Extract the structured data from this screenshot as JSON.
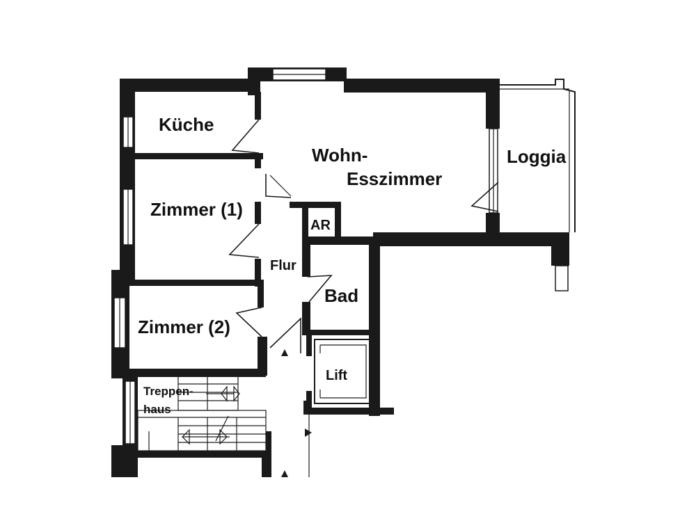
{
  "rooms": {
    "kueche": "Küche",
    "wohn_line1": "Wohn-",
    "wohn_line2": "Esszimmer",
    "loggia": "Loggia",
    "zimmer1": "Zimmer (1)",
    "ar": "AR",
    "flur": "Flur",
    "bad": "Bad",
    "zimmer2": "Zimmer (2)",
    "lift": "Lift",
    "treppen_line1": "Treppen-",
    "treppen_line2": "haus"
  }
}
